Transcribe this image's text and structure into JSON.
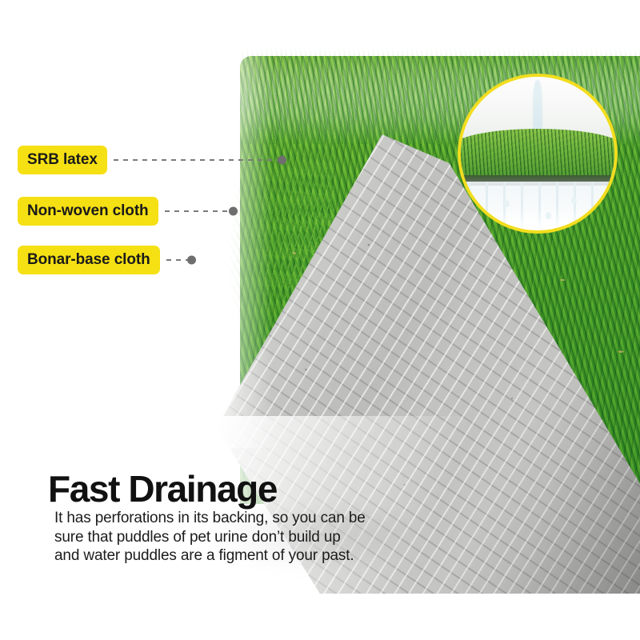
{
  "meta": {
    "title": "Fast Drainage artificial grass product infographic"
  },
  "callouts": [
    {
      "id": "srb-latex",
      "label": "SRB latex",
      "leader_length": 207,
      "dot": "leader-end-dot"
    },
    {
      "id": "non-woven-cloth",
      "label": "Non-woven cloth",
      "leader_length": 82,
      "dot": "leader-end-dot"
    },
    {
      "id": "bonar-base-cloth",
      "label": "Bonar-base cloth",
      "leader_length": 28,
      "dot": "leader-end-dot"
    }
  ],
  "headline": "Fast Drainage",
  "body_lines": [
    "It has perforations in its backing, so you can be",
    "sure that puddles of pet urine don’t build up",
    "and water puddles are a figment of your past."
  ],
  "inset": {
    "name": "drainage-closeup-inset",
    "description": "water pouring through turf and dripping out of the backing"
  },
  "photo": {
    "name": "folded-turf-photo",
    "description": "artificial grass mat folded back to reveal grey perforated backing"
  },
  "colors": {
    "badge_yellow": "#f5e013",
    "inset_ring_yellow": "#f2dd1e",
    "leader_gray": "#7b7b7b",
    "dot_gray": "#6e6e6e",
    "text_dark": "#111111",
    "background": "#ffffff",
    "grass_green": "#4e9c33",
    "backing_gray": "#c6c6c4"
  }
}
